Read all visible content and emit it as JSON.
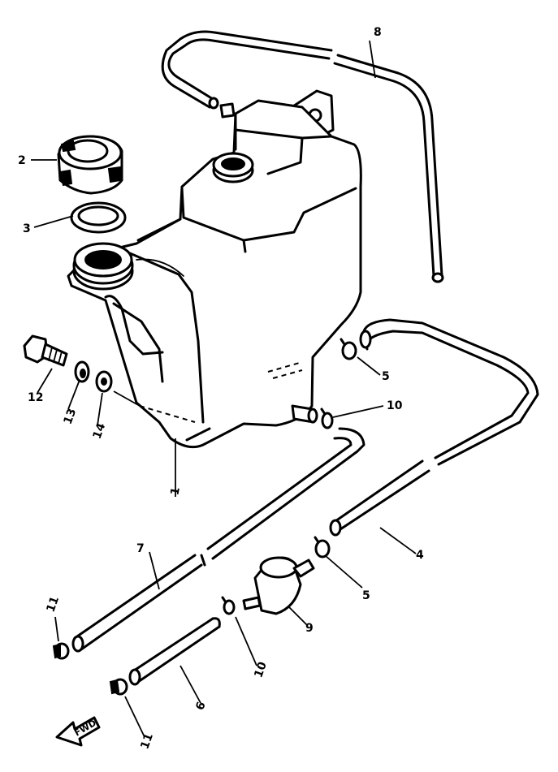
{
  "diagram": {
    "parts": [
      {
        "id": "tank",
        "label": "1"
      },
      {
        "id": "cap",
        "label": "2"
      },
      {
        "id": "gasket",
        "label": "3"
      },
      {
        "id": "hose-4",
        "label": "4"
      },
      {
        "id": "clamp-5-upper",
        "label": "5"
      },
      {
        "id": "clamp-5-lower",
        "label": "5"
      },
      {
        "id": "hose-6",
        "label": "6"
      },
      {
        "id": "hose-7",
        "label": "7"
      },
      {
        "id": "hose-8",
        "label": "8"
      },
      {
        "id": "filter-9",
        "label": "9"
      },
      {
        "id": "clamp-10-upper",
        "label": "10"
      },
      {
        "id": "clamp-10-lower",
        "label": "10"
      },
      {
        "id": "clamp-11-upper",
        "label": "11"
      },
      {
        "id": "clamp-11-lower",
        "label": "11"
      },
      {
        "id": "bolt-12",
        "label": "12"
      },
      {
        "id": "washer-13",
        "label": "13"
      },
      {
        "id": "washer-14",
        "label": "14"
      }
    ],
    "direction_marker": "FWD"
  }
}
